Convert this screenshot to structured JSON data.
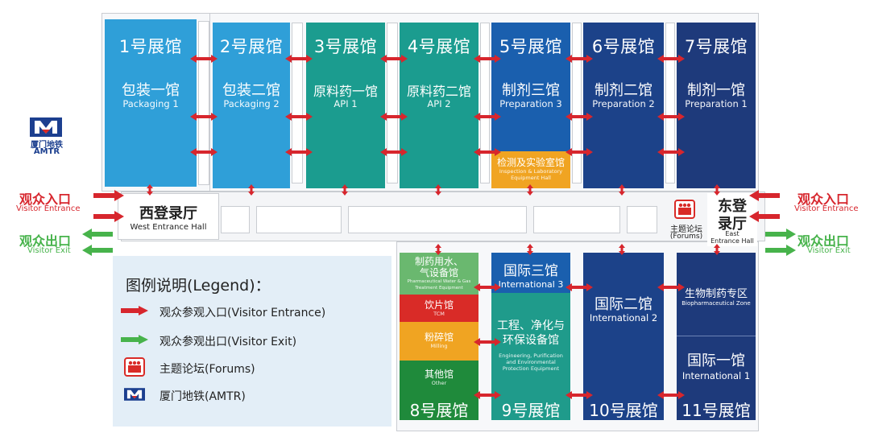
{
  "halls": {
    "h1": {
      "num": "1号展馆",
      "cn": "包装一馆",
      "en": "Packaging 1"
    },
    "h2": {
      "num": "2号展馆",
      "cn": "包装二馆",
      "en": "Packaging 2"
    },
    "h3": {
      "num": "3号展馆",
      "cn": "原料药一馆",
      "en": "API 1"
    },
    "h4": {
      "num": "4号展馆",
      "cn": "原料药二馆",
      "en": "API 2"
    },
    "h5": {
      "num": "5号展馆",
      "cn": "制剂三馆",
      "en": "Preparation 3"
    },
    "h6": {
      "num": "6号展馆",
      "cn": "制剂二馆",
      "en": "Preparation 2"
    },
    "h7": {
      "num": "7号展馆",
      "cn": "制剂一馆",
      "en": "Preparation 1"
    },
    "inspection": {
      "cn": "检测及实验室馆",
      "en": "Inspection & Laboratory Equipment Hall"
    },
    "h8": {
      "num": "8号展馆"
    },
    "pharm_water": {
      "cn": "制药用水、气设备馆",
      "en": "Pharmaceutical Water & Gas Treatment Equipment"
    },
    "tcm": {
      "cn": "饮片馆",
      "en": "TCM"
    },
    "milling": {
      "cn": "粉碎馆",
      "en": "Milling"
    },
    "other": {
      "cn": "其他馆",
      "en": "Other"
    },
    "h9": {
      "num": "9号展馆"
    },
    "intl3": {
      "cn": "国际三馆",
      "en": "International 3"
    },
    "engineering": {
      "cn": "工程、净化与环保设备馆",
      "en": "Engineering, Purification and Environmental Protection Equipment"
    },
    "h10": {
      "num": "10号展馆",
      "cn": "国际二馆",
      "en": "International 2"
    },
    "h11": {
      "num": "11号展馆"
    },
    "bio": {
      "cn": "生物制药专区",
      "en": "Biopharmaceutical Zone"
    },
    "intl1": {
      "cn": "国际一馆",
      "en": "International 1"
    }
  },
  "west_hall": {
    "cn": "西登录厅",
    "en": "West Entrance Hall"
  },
  "east_hall": {
    "cn1": "东登",
    "cn2": "录厅",
    "en1": "East",
    "en2": "Entrance Hall"
  },
  "forums_label": {
    "cn": "主题论坛",
    "en": "(Forums)"
  },
  "metro": {
    "cn": "厦门地铁",
    "en": "AMTR"
  },
  "west_entrance": {
    "cn": "观众入口",
    "en": "Visitor Entrance"
  },
  "west_exit": {
    "cn": "观众出口",
    "en": "Visitor Exit"
  },
  "east_entrance": {
    "cn": "观众入口",
    "en": "Visitor Entrance"
  },
  "east_exit": {
    "cn": "观众出口",
    "en": "Visitor Exit"
  },
  "legend": {
    "title": "图例说明(Legend)：",
    "items": [
      {
        "label": "观众参观入口(Visitor Entrance)"
      },
      {
        "label": "观众参观出口(Visitor Exit)"
      },
      {
        "label": "主题论坛(Forums)"
      },
      {
        "label": "厦门地铁(AMTR)"
      }
    ]
  },
  "colors": {
    "light_blue": "#2f9fd8",
    "teal": "#1b9c8f",
    "mid_blue": "#1a5fae",
    "dark_blue": "#1c4289",
    "navy": "#1e3a7b",
    "orange": "#f0a422",
    "red": "#d92b27",
    "dark_green": "#1f8a3b",
    "entrance_red": "#d7262d",
    "exit_green": "#47b34b",
    "legend_bg": "#e3eef7"
  }
}
